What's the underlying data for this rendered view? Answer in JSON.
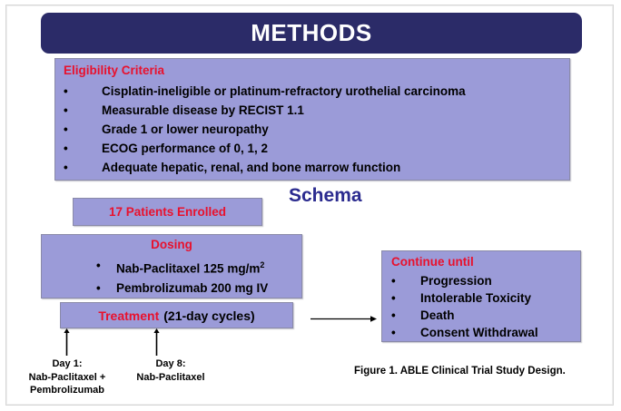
{
  "slide": {
    "title": "METHODS",
    "schema_heading": "Schema",
    "caption": "Figure 1. ABLE Clinical Trial Study Design."
  },
  "eligibility": {
    "header": "Eligibility Criteria",
    "bullet": "•",
    "items": [
      "Cisplatin-ineligible or platinum-refractory urothelial carcinoma",
      "Measurable disease by RECIST 1.1",
      "Grade 1 or lower neuropathy",
      "ECOG performance of 0, 1, 2",
      "Adequate hepatic, renal, and bone marrow function"
    ]
  },
  "enrolled": {
    "label": "17 Patients Enrolled"
  },
  "dosing": {
    "header": "Dosing",
    "bullet": "•",
    "drug1_text": "Nab-Paclitaxel 125 mg/m",
    "drug1_sup": "2",
    "drug2": "Pembrolizumab 200 mg IV"
  },
  "treatment": {
    "header": "Treatment",
    "sub": "(21-day cycles)"
  },
  "continue_until": {
    "header": "Continue until",
    "bullet": "•",
    "items": [
      "Progression",
      "Intolerable Toxicity",
      "Death",
      "Consent Withdrawal"
    ]
  },
  "day_markers": {
    "day1": "Day 1:\nNab-Paclitaxel +\nPembrolizumab",
    "day8": "Day 8:\nNab-Paclitaxel"
  },
  "colors": {
    "banner_navy": "#2b2b68",
    "panel_lavender": "#9b9bd8",
    "accent_red": "#e8112d",
    "heading_blue": "#2b2b8f"
  }
}
